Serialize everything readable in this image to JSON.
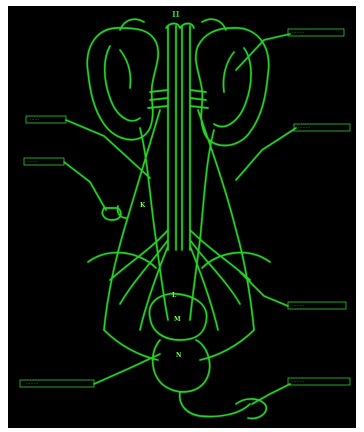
{
  "illustration": {
    "subject": "anatomical engraving of kidneys, ureters and bladder rendered in green on black",
    "background_color": "#000000",
    "line_color": "#2bd12b",
    "highlight_color": "#7dff5a",
    "page_background": "#ffffff"
  },
  "plate_number": "II",
  "labels": [
    {
      "id": "label-top-right",
      "text": "········"
    },
    {
      "id": "label-mid-right",
      "text": "········"
    },
    {
      "id": "label-upper-left",
      "text": "······"
    },
    {
      "id": "label-mid-left",
      "text": "······"
    },
    {
      "id": "label-lower-right",
      "text": "········"
    },
    {
      "id": "label-bottom-left",
      "text": "········"
    },
    {
      "id": "label-bottom-right",
      "text": "········"
    }
  ],
  "letters": {
    "upper": "K",
    "middle": "L",
    "lower": "M",
    "bottom": "N"
  }
}
